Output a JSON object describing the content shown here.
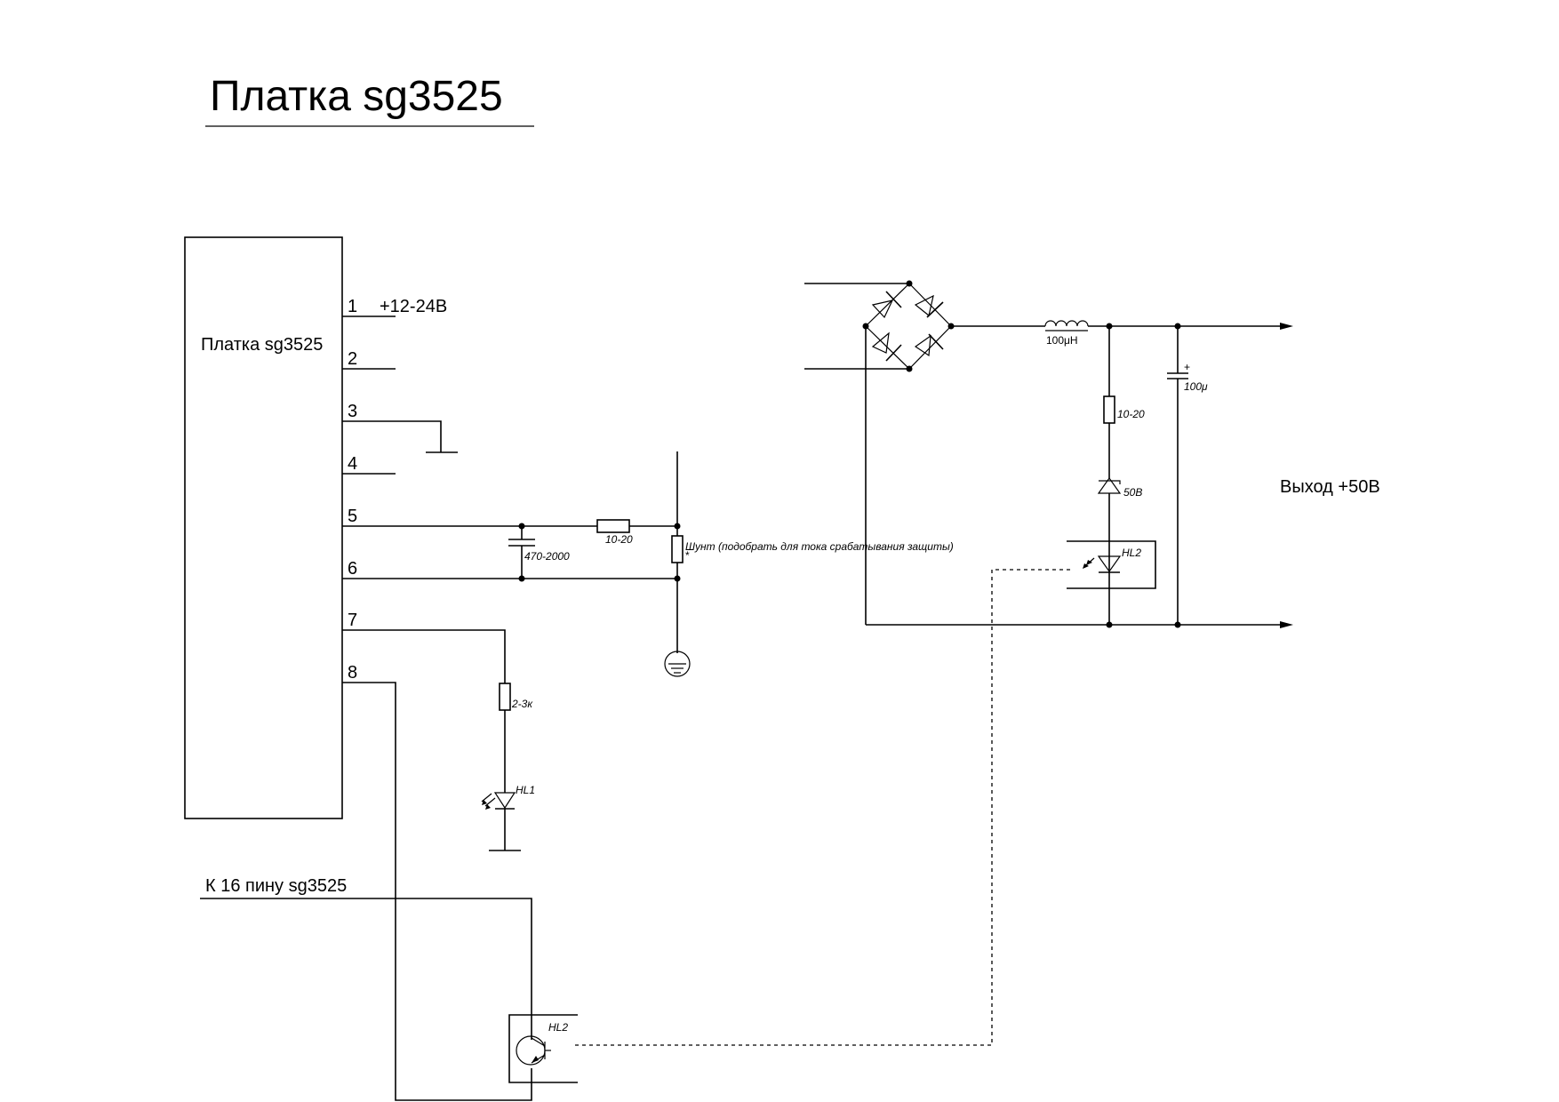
{
  "title": "Платка sg3525",
  "board": {
    "label": "Платка sg3525",
    "pins": [
      {
        "num": "1",
        "label": "+12-24В"
      },
      {
        "num": "2",
        "label": ""
      },
      {
        "num": "3",
        "label": ""
      },
      {
        "num": "4",
        "label": ""
      },
      {
        "num": "5",
        "label": ""
      },
      {
        "num": "6",
        "label": ""
      },
      {
        "num": "7",
        "label": ""
      },
      {
        "num": "8",
        "label": ""
      }
    ]
  },
  "components": {
    "c_sense": "470-2000",
    "r_sense": "10-20",
    "shunt": "Шунт (подобрать для тока срабатывания защиты)",
    "shunt_mark": "*",
    "r_led": "2-3к",
    "led1": "HL1",
    "inductor": "100μH",
    "r_zener": "10-20",
    "zener": "50В",
    "cap_out": "100μ",
    "cap_plus": "+",
    "opto_led": "HL2",
    "opto_transistor": "HL2"
  },
  "labels": {
    "output": "Выход +50В",
    "pin16": "К 16 пину sg3525"
  }
}
